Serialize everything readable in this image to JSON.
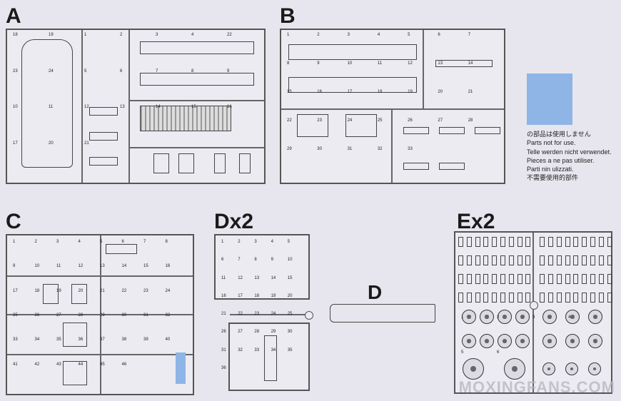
{
  "sheet": {
    "labels": {
      "a": "A",
      "b": "B",
      "c": "C",
      "d": "Dx2",
      "d_single": "D",
      "e": "Ex2"
    },
    "legend": {
      "color": "#8fb4e6",
      "lines": [
        "の部品は使用しません",
        "Parts not for use.",
        "Telle werden nicht verwendet.",
        "Pieces a ne pas utiliser.",
        "Parti nin ulizzati.",
        "不需要使用的部件"
      ]
    },
    "watermark": "MOXINGFANS.COM"
  },
  "part_numbers": {
    "a": [
      "18",
      "19",
      "1",
      "2",
      "3",
      "4",
      "22",
      "23",
      "24",
      "5",
      "6",
      "7",
      "8",
      "9",
      "10",
      "11",
      "12",
      "13",
      "14",
      "15",
      "16",
      "17",
      "20",
      "21"
    ],
    "b": [
      "1",
      "2",
      "3",
      "4",
      "5",
      "6",
      "7",
      "8",
      "9",
      "10",
      "11",
      "12",
      "13",
      "14",
      "15",
      "16",
      "17",
      "18",
      "19",
      "20",
      "21",
      "22",
      "23",
      "24",
      "25",
      "26",
      "27",
      "28",
      "29",
      "30",
      "31",
      "32",
      "33"
    ],
    "c": [
      "1",
      "2",
      "3",
      "4",
      "5",
      "6",
      "7",
      "8",
      "9",
      "10",
      "11",
      "12",
      "13",
      "14",
      "15",
      "16",
      "17",
      "18",
      "19",
      "20",
      "21",
      "22",
      "23",
      "24",
      "25",
      "26",
      "27",
      "28",
      "29",
      "30",
      "31",
      "32",
      "33",
      "34",
      "35",
      "36",
      "37",
      "38",
      "39",
      "40",
      "41",
      "42",
      "43",
      "44",
      "45",
      "46"
    ],
    "d": [
      "1",
      "2",
      "3",
      "4",
      "5",
      "6",
      "7",
      "8",
      "9",
      "10",
      "11",
      "12",
      "13",
      "14",
      "15",
      "16",
      "17",
      "18",
      "19",
      "20",
      "21",
      "22",
      "23",
      "24",
      "25",
      "26",
      "27",
      "28",
      "29",
      "30",
      "31",
      "32",
      "33",
      "34",
      "35",
      "36"
    ],
    "e": [
      "1",
      "2",
      "3",
      "4",
      "5",
      "6"
    ]
  }
}
